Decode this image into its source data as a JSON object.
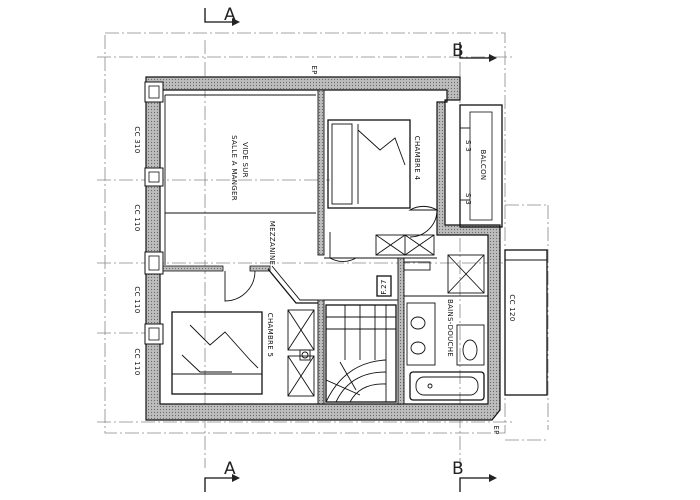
{
  "section_markers": {
    "a_top": "A",
    "a_bottom": "A",
    "b_top": "B",
    "b_bottom": "B"
  },
  "rooms": {
    "void": "VIDE SUR",
    "dining": "SALLE A MANGER",
    "mezzanine": "MEZZANINE",
    "bedroom_4": "CHAMBRE 4",
    "bedroom_5": "CHAMBRE 5",
    "balcony": "BALCON",
    "bathroom": "BAINS-DOUCHE"
  },
  "dimensions": {
    "cc_310": "CC 310",
    "cc_110_a": "CC 110",
    "cc_110_b": "CC 110",
    "cc_110_c": "CC 110",
    "cc_120": "CC 120",
    "s3_a": "S 3",
    "s3_b": "S 3",
    "ep_top": "EP",
    "ep_bottom": "EP",
    "panel": "F.27"
  }
}
